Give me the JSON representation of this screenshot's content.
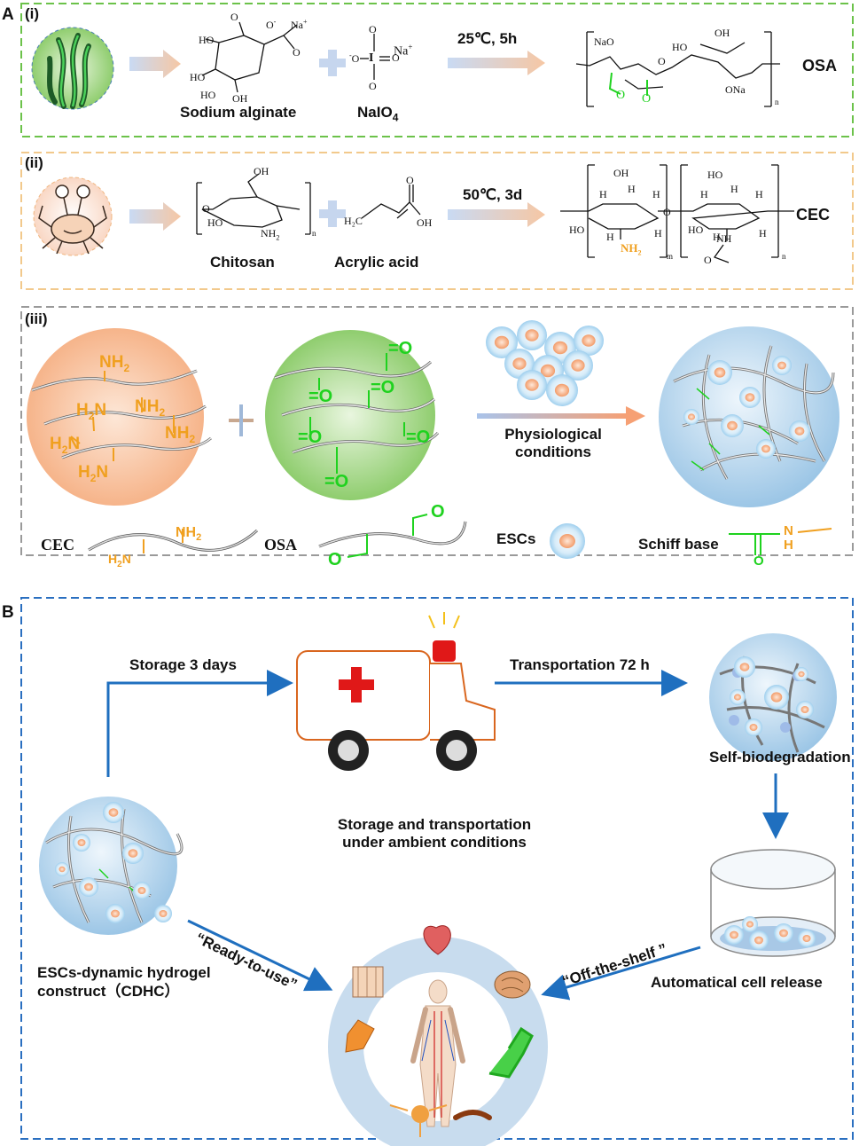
{
  "panels": {
    "A": {
      "letter": "A",
      "sub_i": "(i)",
      "sub_ii": "(ii)",
      "sub_iii": "(iii)",
      "row_i": {
        "reactant1": "Sodium alginate",
        "reactant2": "NaIO",
        "reactant2_sub": "4",
        "condition": "25℃, 5h",
        "product": "OSA",
        "atoms": {
          "ho": "HO",
          "oh": "OH",
          "na_plus": "Na",
          "plus": "+",
          "minus": "-",
          "o": "O",
          "nao": "NaO",
          "ona": "ONa",
          "i": "I",
          "n": "n"
        }
      },
      "row_ii": {
        "reactant1": "Chitosan",
        "reactant2": "Acrylic acid",
        "condition": "50℃, 3d",
        "product": "CEC",
        "atoms": {
          "oh": "OH",
          "ho": "HO",
          "nh2": "NH",
          "two": "2",
          "h": "H",
          "h2c": "H₂C",
          "o": "O",
          "nh": "NH",
          "m": "m",
          "n": "n"
        }
      },
      "row_iii": {
        "plus_sign": "+",
        "condition_line1": "Physiological",
        "condition_line2": "conditions",
        "nh2": "NH",
        "h2n": "H",
        "n_small": "N",
        "sub2": "2",
        "o_group": "=O",
        "legend": {
          "cec": "CEC",
          "osa": "OSA",
          "escs": "ESCs",
          "schiff": "Schiff base",
          "nh2": "NH",
          "h2n": "H",
          "n": "N",
          "sub2": "2",
          "o": "O",
          "h": "H"
        }
      }
    },
    "B": {
      "letter": "B",
      "storage": "Storage 3 days",
      "transport": "Transportation 72 h",
      "self_bio": "Self-biodegradation",
      "ambient_line1": "Storage and transportation",
      "ambient_line2": "under ambient conditions",
      "cdhc_line1": "ESCs-dynamic hydrogel",
      "cdhc_line2": "construct（CDHC）",
      "ready": "“Ready-to-use”",
      "offshelf": "“Off-the-shelf ”",
      "release": "Automatical cell release"
    }
  },
  "colors": {
    "green_border": "#6cc24a",
    "orange_border": "#f2c98c",
    "gray_border": "#9a9a9a",
    "blue_border": "#2a6fc0",
    "arrow_blue": "#1f6fbf",
    "chem_green": "#1fd21f",
    "chem_orange": "#f0a020",
    "ambulance_orange": "#d9661f",
    "cross_red": "#e01818"
  },
  "icons": [
    "seaweed-icon",
    "crab-icon",
    "ambulance-icon",
    "petri-dish-icon",
    "human-body-icon",
    "heart-icon",
    "brain-icon",
    "neuron-icon",
    "skin-icon",
    "cell-icon"
  ]
}
